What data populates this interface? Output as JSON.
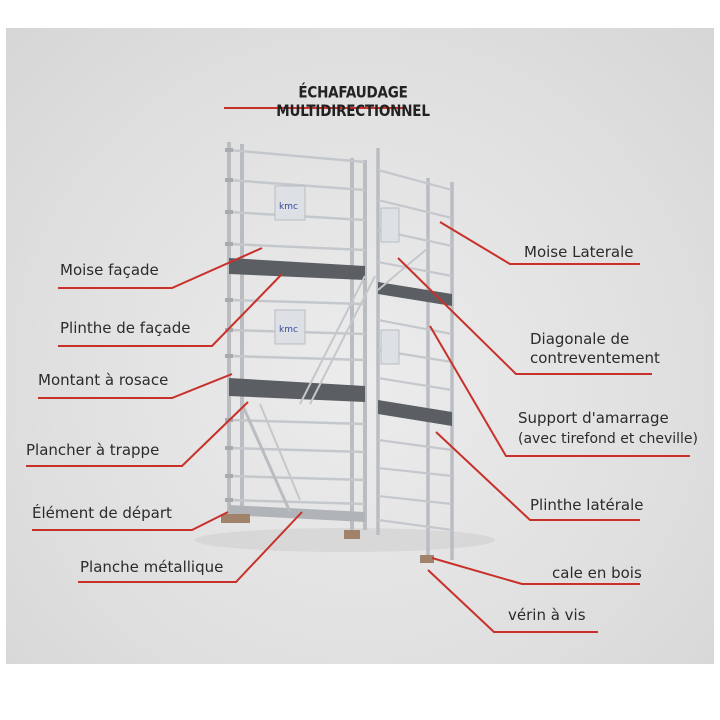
{
  "title": "ÉCHAFAUDAGE MULTIDIRECTIONNEL",
  "logo_text": "kmc",
  "colors": {
    "leader": "#c8302a",
    "tube": "#b9bdc2",
    "tube_dark": "#8b9096",
    "deck": "#5b5f64",
    "background": "#e3e3e3",
    "text": "#2b2b2b"
  },
  "labels": {
    "moise_facade": "Moise façade",
    "plinthe_facade": "Plinthe de façade",
    "montant_rosace": "Montant à rosace",
    "plancher_trappe": "Plancher à trappe",
    "element_depart": "Élément de départ",
    "planche_metallique": "Planche métallique",
    "moise_laterale": "Moise Laterale",
    "diagonale_line1": "Diagonale de",
    "diagonale_line2": "contreventement",
    "support_line1": "Support d'amarrage",
    "support_line2": "(avec tirefond et cheville)",
    "plinthe_laterale": "Plinthe latérale",
    "cale_bois": "cale en bois",
    "verin_vis": "vérin à vis"
  }
}
